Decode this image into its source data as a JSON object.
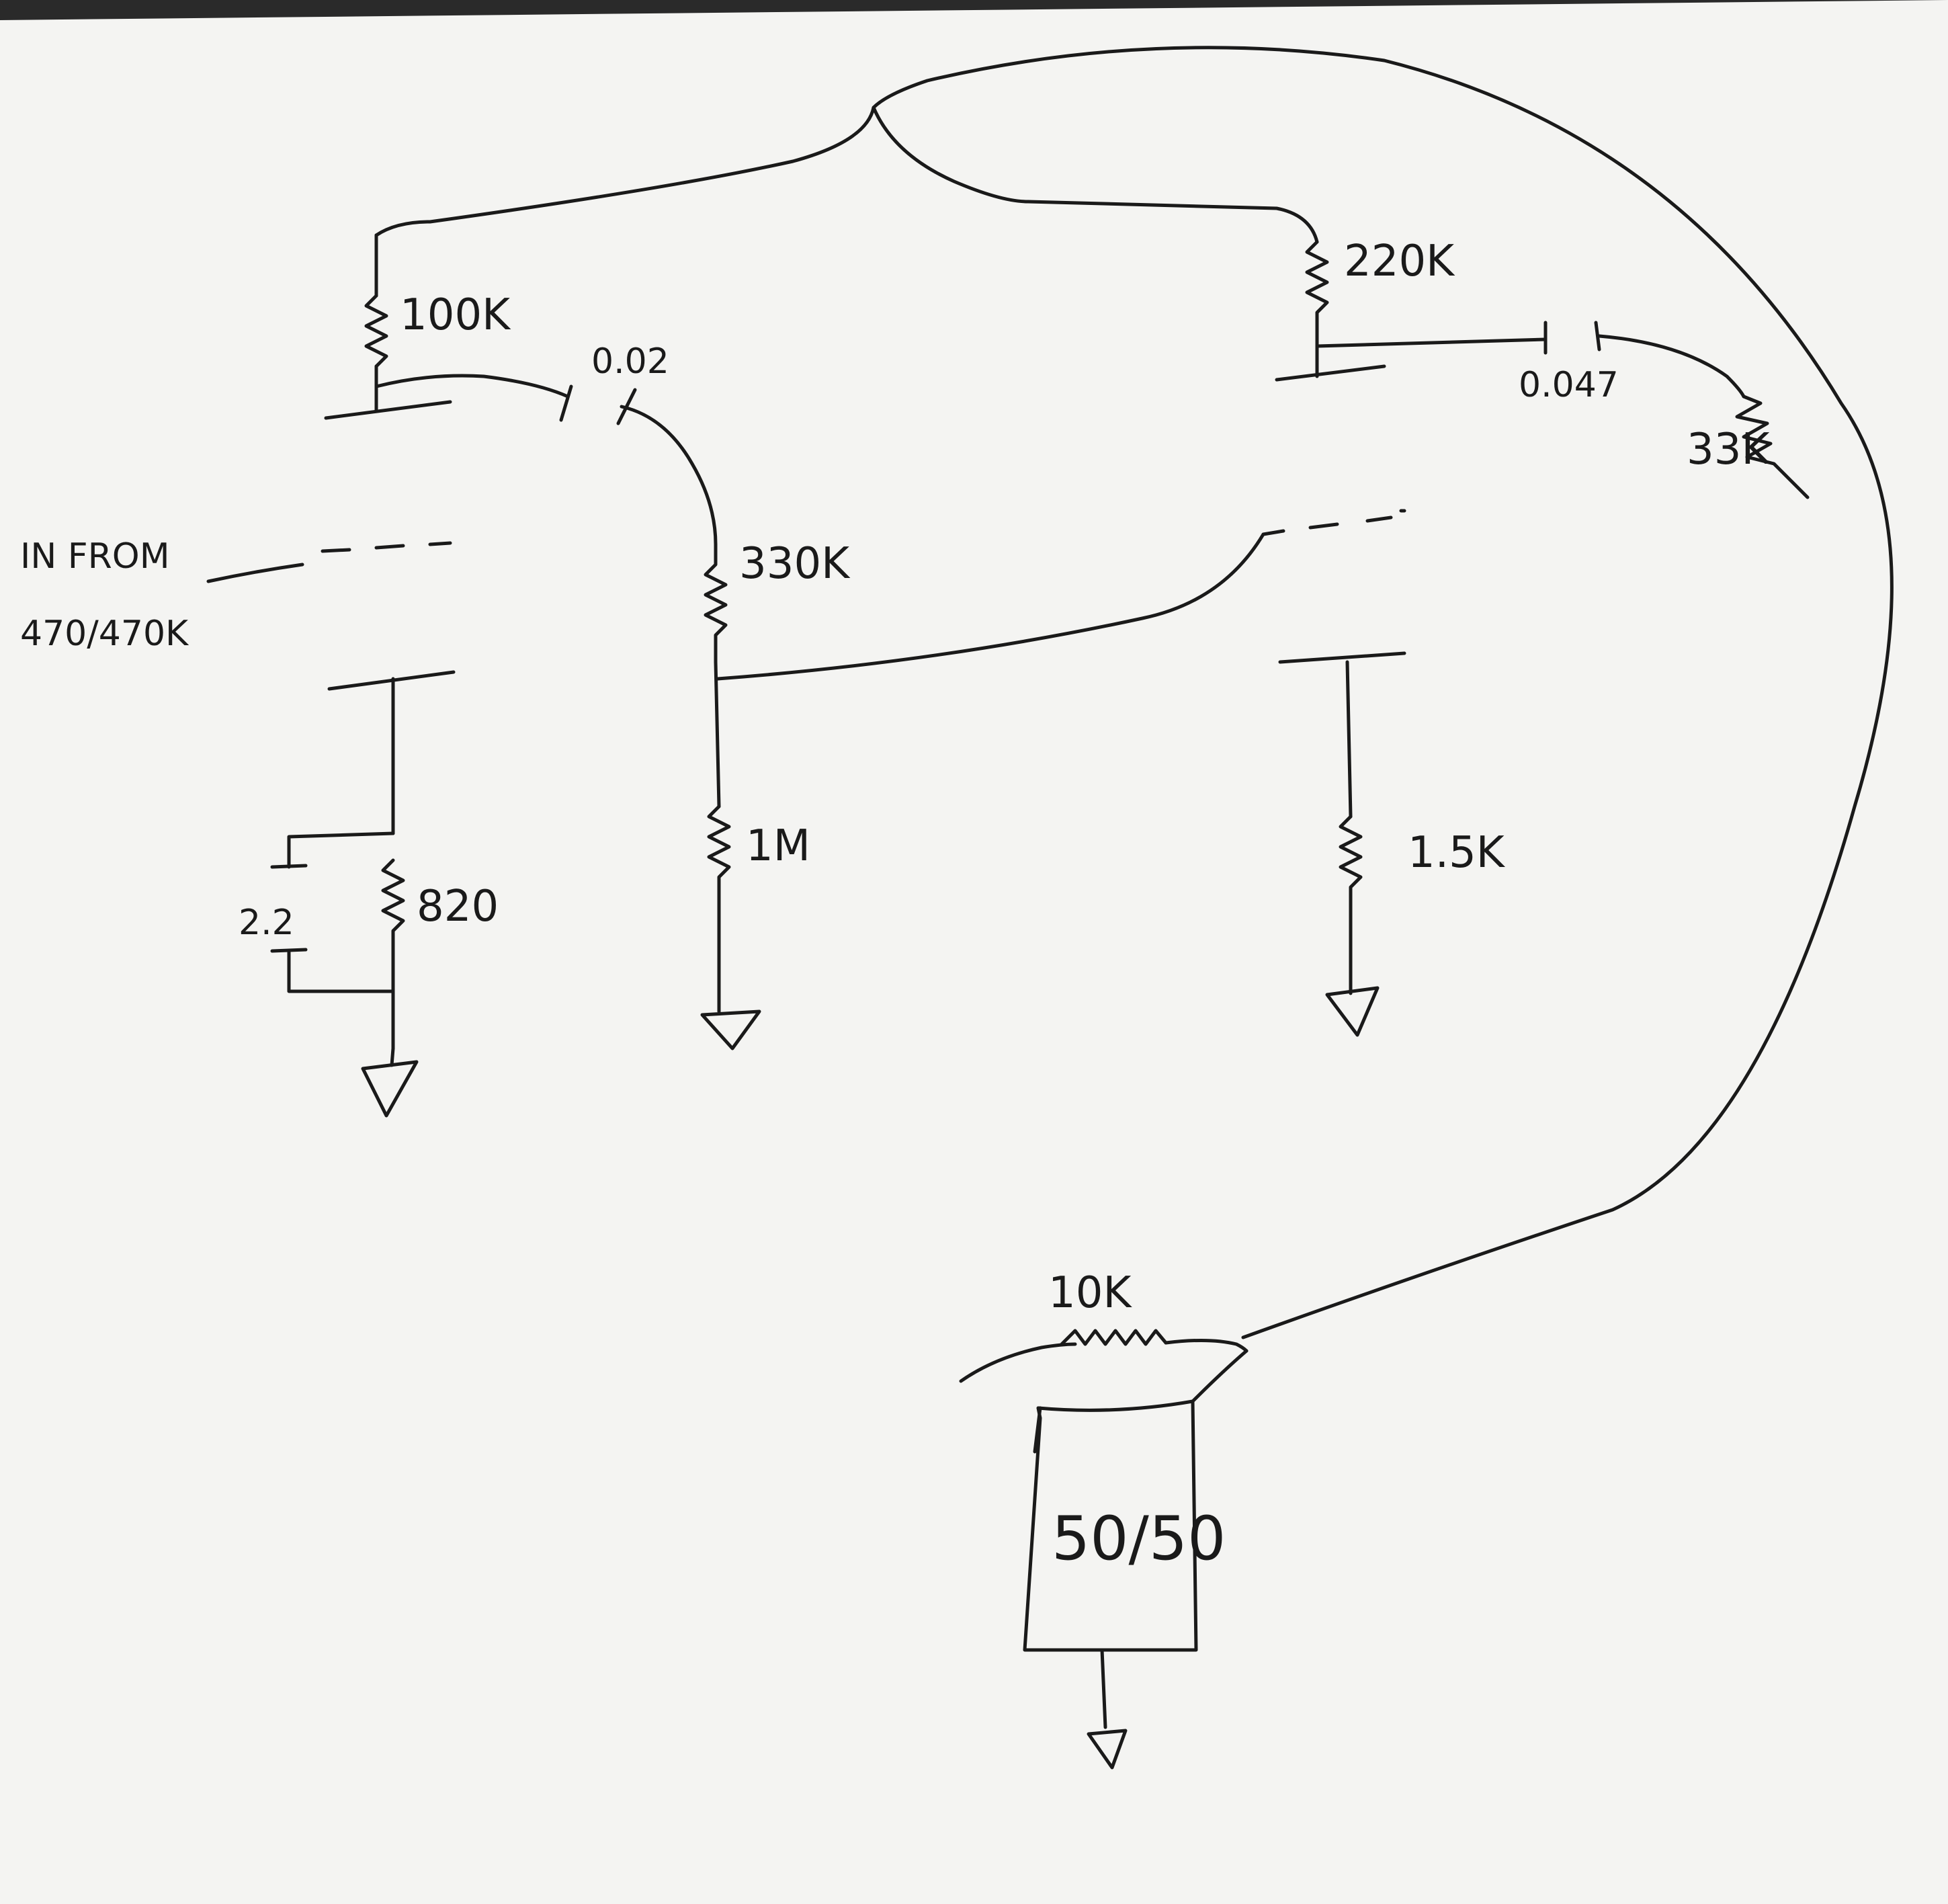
{
  "labels": {
    "r_plate1": "100K",
    "c_couple1": "0.02",
    "r_grid2": "330K",
    "r_leak": "1M",
    "in_line1": "IN FROM",
    "in_line2": "470/470K",
    "c_bypass": "2.2",
    "r_cathode1": "820",
    "r_plate2": "220K",
    "c_couple2": "0.047",
    "r_out": "33K",
    "r_cathode2": "1.5K",
    "r_feedback": "10K",
    "transformer": "50/50"
  },
  "colors": {
    "paper": "#f7f7f5",
    "ink": "#1a1a1a",
    "background_edge": "#2a2a2a"
  },
  "symbols": [
    "resistor",
    "capacitor",
    "ground",
    "triode-grid",
    "transformer"
  ]
}
